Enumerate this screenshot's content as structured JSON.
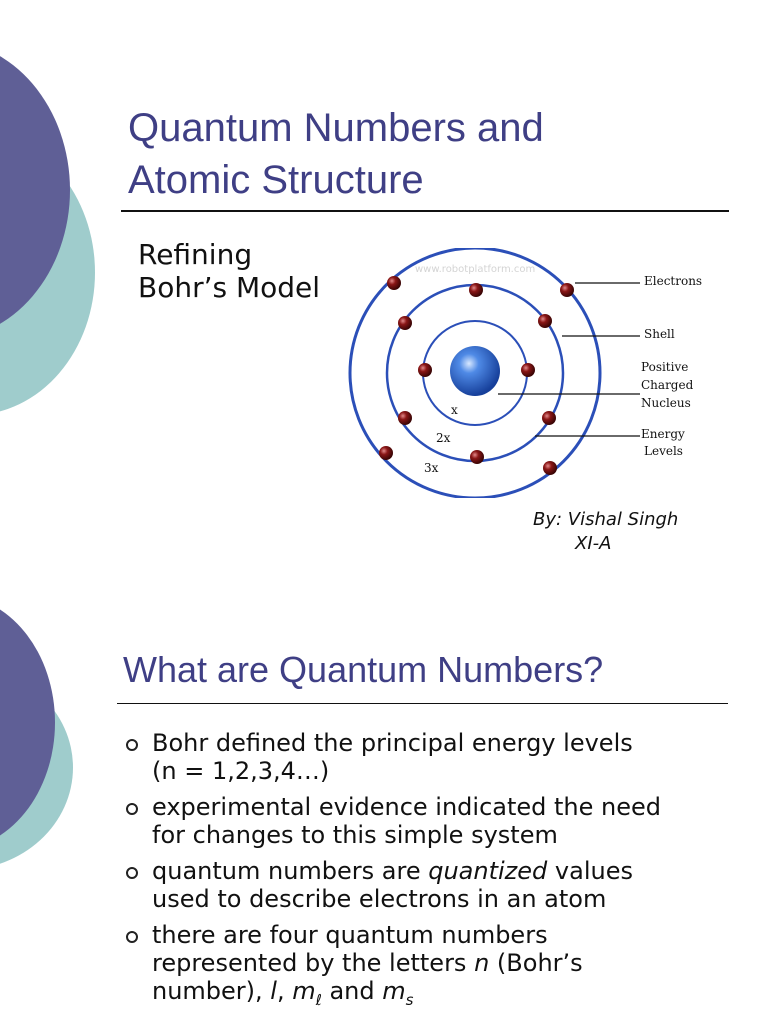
{
  "slide1": {
    "title_line1": "Quantum Numbers and",
    "title_line2": "Atomic Structure",
    "subtitle_line1": "Refining",
    "subtitle_line2": "Bohr’s Model",
    "author": "By: Vishal Singh",
    "class": "XI-A",
    "diagram": {
      "watermark": "www.robotplatform.com",
      "labels": {
        "electrons": "Electrons",
        "shell": "Shell",
        "nucleus_1": "Positive",
        "nucleus_2": "Charged",
        "nucleus_3": "Nucleus",
        "energy_1": "Energy",
        "energy_2": "Levels",
        "level1": "x",
        "level2": "2x",
        "level3": "3x"
      }
    }
  },
  "slide2": {
    "title": "What are Quantum Numbers?",
    "bullets": {
      "b1_l1": "Bohr defined the principal energy levels",
      "b1_l2": "(n = 1,2,3,4…)",
      "b2_l1": "experimental evidence indicated the need",
      "b2_l2": "for changes to this simple system",
      "b3_pre": "quantum numbers are ",
      "b3_em": "quantized",
      "b3_post": " values",
      "b3_l2": "used to describe electrons in an atom",
      "b4_l1": "there are four quantum numbers",
      "b4_l2_pre": "represented by the letters ",
      "b4_l2_n": "n",
      "b4_l2_post": " (Bohr’s",
      "b4_l3_pre": "number), ",
      "b4_l3_l": "l",
      "b4_l3_comma": ", ",
      "b4_l3_m": "m",
      "b4_l3_sub_l": "ℓ",
      "b4_l3_and": " and ",
      "b4_l3_m2": "m",
      "b4_l3_sub_s": "s"
    }
  },
  "colors": {
    "title": "#3f3f85",
    "deco_dark": "#5f5f96",
    "deco_light": "#9fcccc",
    "nucleus": "#2f68c8",
    "electron": "#7a1414"
  }
}
